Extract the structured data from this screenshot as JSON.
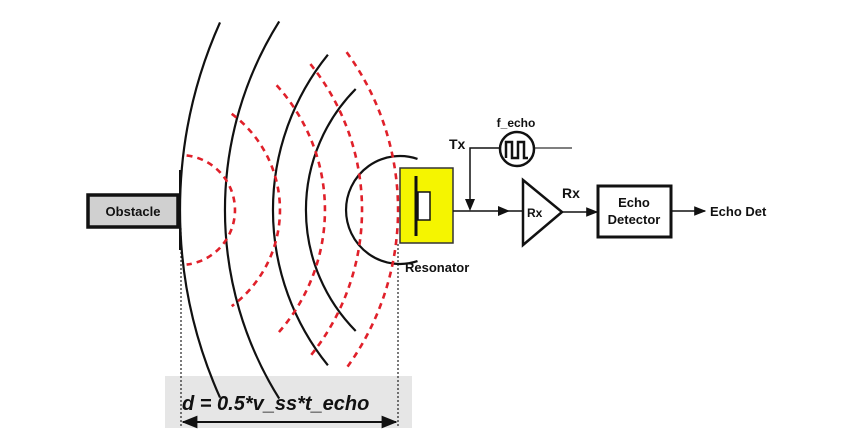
{
  "labels": {
    "obstacle": "Obstacle",
    "resonator": "Resonator",
    "tx": "Tx",
    "f_echo": "f_echo",
    "rx_amp": "Rx",
    "rx_out": "Rx",
    "echo_detector_line1": "Echo",
    "echo_detector_line2": "Detector",
    "echo_det_output": "Echo Det",
    "formula": "d = 0.5*v_ss*t_echo"
  },
  "colors": {
    "emitted_wave": "#111111",
    "echo_wave": "#e0202a",
    "resonator_fill": "#f5f500",
    "obstacle_fill": "#d0d0d0",
    "formula_band": "#e6e6e6"
  },
  "waves": {
    "emitted_count": 5,
    "echo_count": 5
  }
}
